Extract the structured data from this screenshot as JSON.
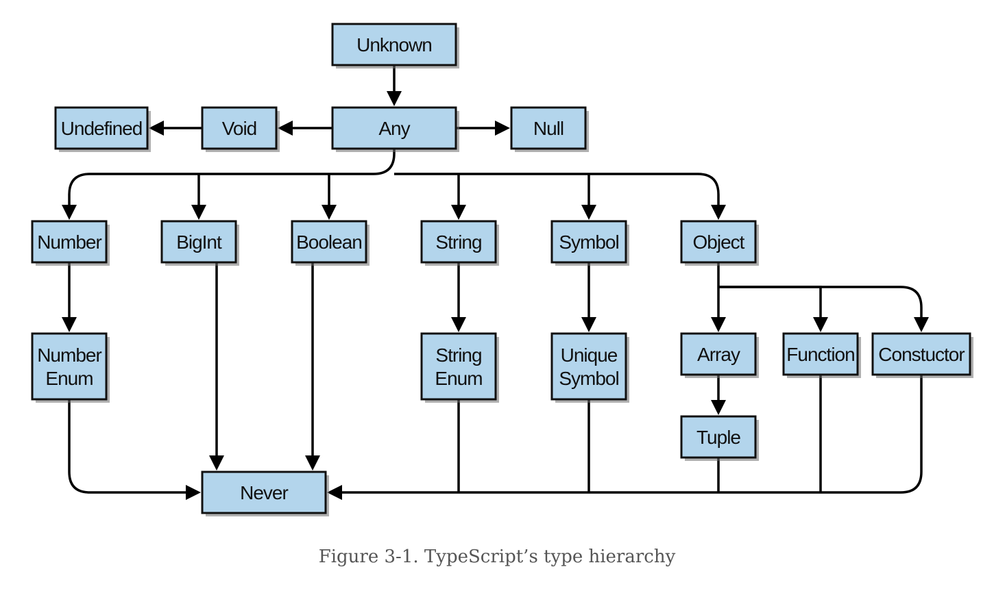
{
  "diagram": {
    "nodes": [
      {
        "id": "unknown",
        "label": [
          "Unknown"
        ]
      },
      {
        "id": "any",
        "label": [
          "Any"
        ]
      },
      {
        "id": "void",
        "label": [
          "Void"
        ]
      },
      {
        "id": "undefined",
        "label": [
          "Undefined"
        ]
      },
      {
        "id": "null",
        "label": [
          "Null"
        ]
      },
      {
        "id": "number",
        "label": [
          "Number"
        ]
      },
      {
        "id": "bigint",
        "label": [
          "BigInt"
        ]
      },
      {
        "id": "boolean",
        "label": [
          "Boolean"
        ]
      },
      {
        "id": "string",
        "label": [
          "String"
        ]
      },
      {
        "id": "symbol",
        "label": [
          "Symbol"
        ]
      },
      {
        "id": "object",
        "label": [
          "Object"
        ]
      },
      {
        "id": "number-enum",
        "label": [
          "Number",
          "Enum"
        ]
      },
      {
        "id": "string-enum",
        "label": [
          "String",
          "Enum"
        ]
      },
      {
        "id": "unique-symbol",
        "label": [
          "Unique",
          "Symbol"
        ]
      },
      {
        "id": "array",
        "label": [
          "Array"
        ]
      },
      {
        "id": "function",
        "label": [
          "Function"
        ]
      },
      {
        "id": "constructor",
        "label": [
          "Constuctor"
        ]
      },
      {
        "id": "tuple",
        "label": [
          "Tuple"
        ]
      },
      {
        "id": "never",
        "label": [
          "Never"
        ]
      }
    ],
    "edges": [
      {
        "from": "unknown",
        "to": "any"
      },
      {
        "from": "any",
        "to": "void"
      },
      {
        "from": "void",
        "to": "undefined"
      },
      {
        "from": "any",
        "to": "null"
      },
      {
        "from": "any",
        "to": "number"
      },
      {
        "from": "any",
        "to": "bigint"
      },
      {
        "from": "any",
        "to": "boolean"
      },
      {
        "from": "any",
        "to": "string"
      },
      {
        "from": "any",
        "to": "symbol"
      },
      {
        "from": "any",
        "to": "object"
      },
      {
        "from": "number",
        "to": "number-enum"
      },
      {
        "from": "string",
        "to": "string-enum"
      },
      {
        "from": "symbol",
        "to": "unique-symbol"
      },
      {
        "from": "object",
        "to": "array"
      },
      {
        "from": "object",
        "to": "function"
      },
      {
        "from": "object",
        "to": "constructor"
      },
      {
        "from": "array",
        "to": "tuple"
      },
      {
        "from": "number-enum",
        "to": "never"
      },
      {
        "from": "bigint",
        "to": "never"
      },
      {
        "from": "boolean",
        "to": "never"
      },
      {
        "from": "string-enum",
        "to": "never"
      },
      {
        "from": "unique-symbol",
        "to": "never"
      },
      {
        "from": "tuple",
        "to": "never"
      },
      {
        "from": "function",
        "to": "never"
      },
      {
        "from": "constructor",
        "to": "never"
      }
    ]
  },
  "caption": "Figure 3-1. TypeScript’s type hierarchy"
}
